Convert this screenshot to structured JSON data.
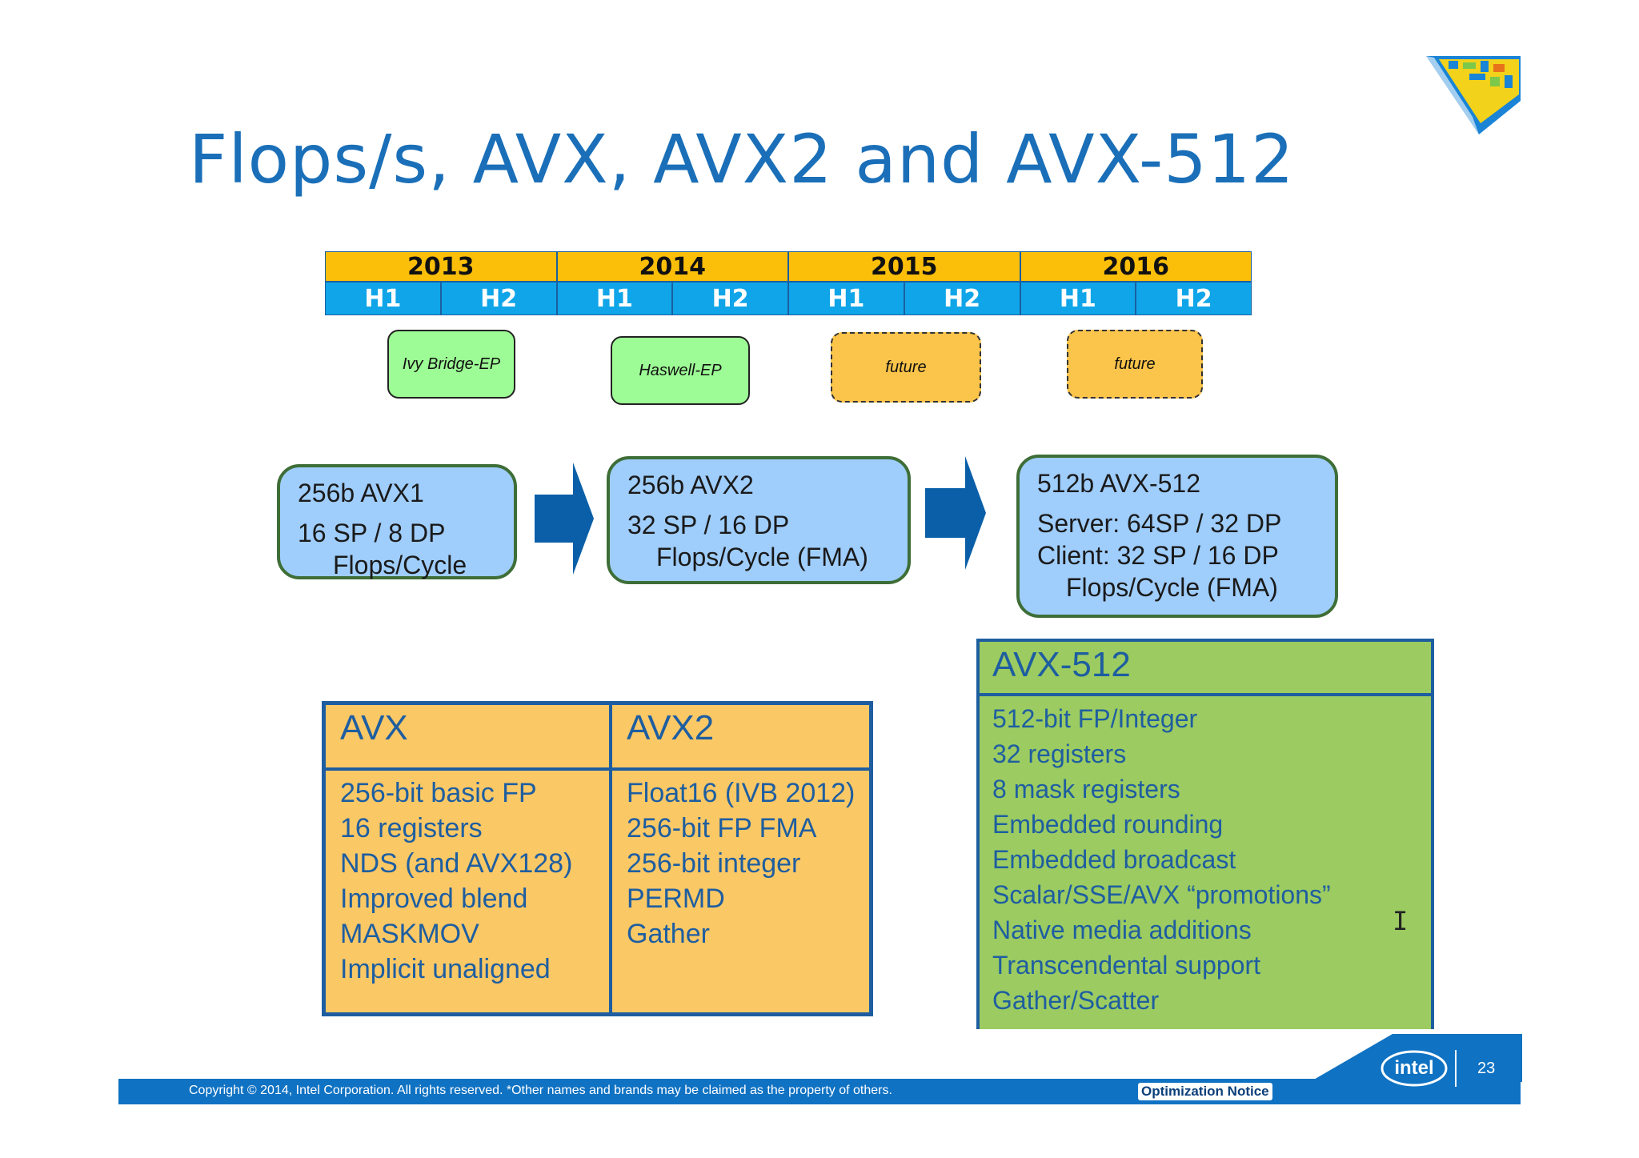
{
  "title": "Flops/s, AVX, AVX2 and AVX-512",
  "timeline": {
    "years": [
      "2013",
      "2014",
      "2015",
      "2016"
    ],
    "halves": [
      "H1",
      "H2",
      "H1",
      "H2",
      "H1",
      "H2",
      "H1",
      "H2"
    ]
  },
  "processors": [
    "Ivy Bridge-EP",
    "Haswell-EP",
    "future",
    "future"
  ],
  "flop_boxes": [
    {
      "header": "256b AVX1",
      "lines": [
        "16 SP / 8 DP",
        "Flops/Cycle"
      ]
    },
    {
      "header": "256b AVX2",
      "lines": [
        "32 SP / 16 DP",
        "Flops/Cycle (FMA)"
      ]
    },
    {
      "header": "512b AVX-512",
      "lines": [
        "Server: 64SP / 32 DP",
        "Client:  32 SP / 16 DP",
        "Flops/Cycle (FMA)"
      ]
    }
  ],
  "avx_table": {
    "avx": {
      "header": "AVX",
      "items": [
        "256-bit basic FP",
        "16 registers",
        "NDS (and AVX128)",
        "Improved blend",
        "MASKMOV",
        "Implicit unaligned"
      ]
    },
    "avx2": {
      "header": "AVX2",
      "items": [
        "Float16 (IVB 2012)",
        "256-bit FP FMA",
        "256-bit integer",
        "PERMD",
        "Gather"
      ]
    }
  },
  "avx512_table": {
    "header": "AVX-512",
    "items": [
      "512-bit  FP/Integer",
      "32 registers",
      "8 mask registers",
      "Embedded rounding",
      "Embedded broadcast",
      "Scalar/SSE/AVX  “promotions”",
      "Native media additions",
      "Transcendental support",
      "Gather/Scatter"
    ]
  },
  "footer": {
    "copyright": "Copyright ©  2014, Intel Corporation. All rights reserved. *Other names and brands may be claimed as the property of others.",
    "optimization_notice": "Optimization Notice",
    "logo_text": "intel",
    "page_number": "23"
  },
  "colors": {
    "title_blue": "#1a6fb8",
    "year_gold": "#fbbf0a",
    "half_cyan": "#10a5e8",
    "current_green": "#9dfc95",
    "future_orange": "#fbc44a",
    "flop_blue": "#9fcdfc",
    "avx_orange": "#fbc866",
    "avx512_green": "#9ccb61",
    "footer_blue": "#0f72c3"
  },
  "icons": [
    "corner-logo-icon",
    "arrow-right-icon",
    "text-cursor-icon",
    "intel-logo-icon"
  ]
}
